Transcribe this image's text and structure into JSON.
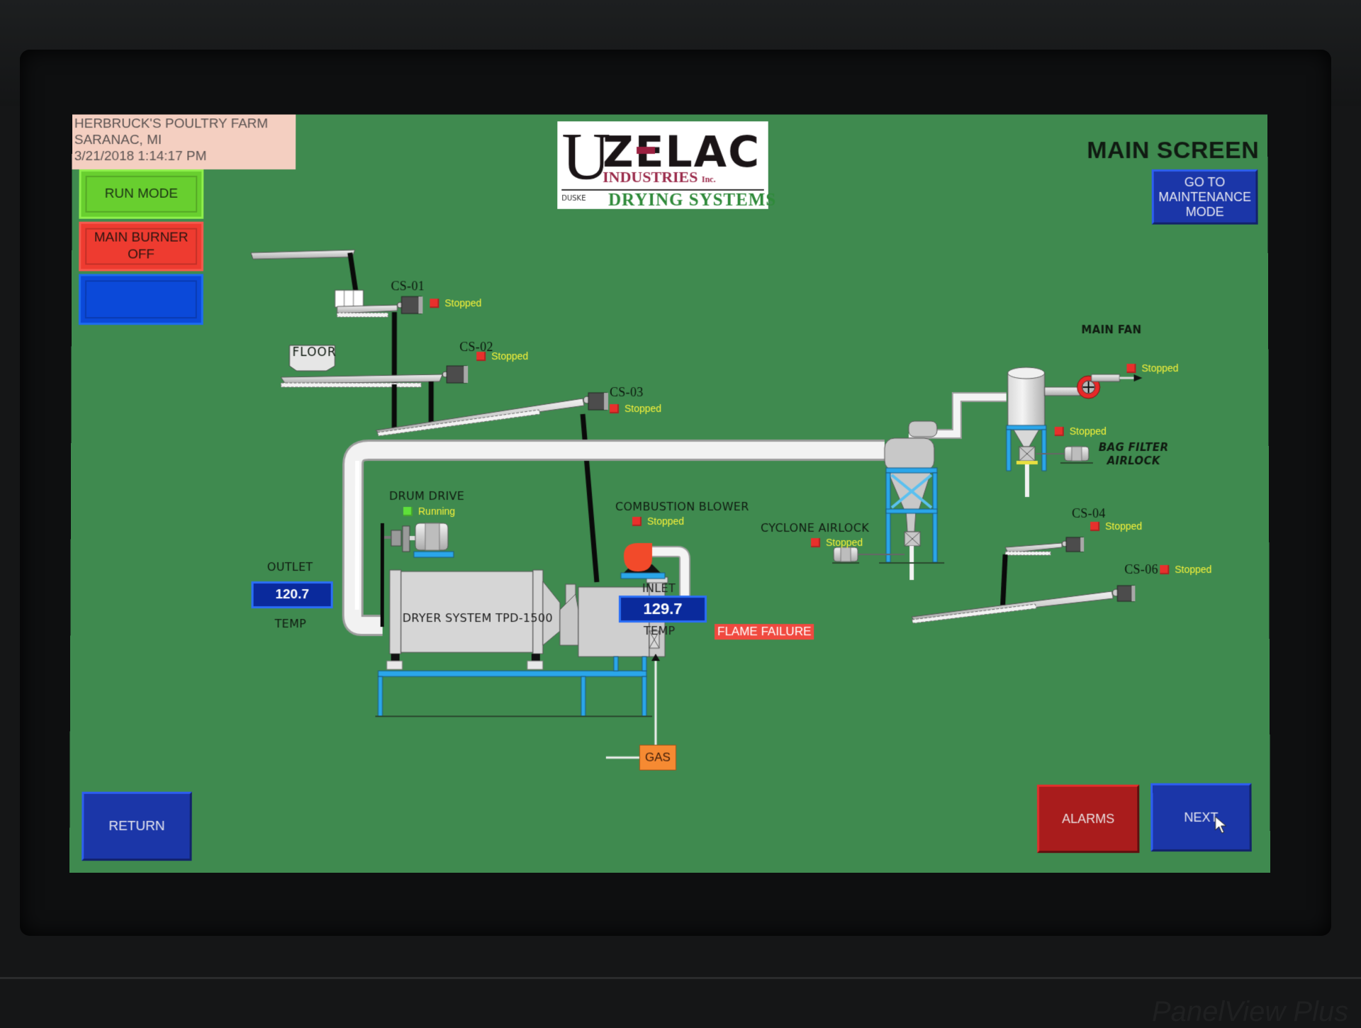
{
  "header": {
    "site_lines": [
      "HERBRUCK'S POULTRY FARM",
      "SARANAC, MI",
      "3/21/2018 1:14:17 PM"
    ],
    "screen_title": "MAIN SCREEN"
  },
  "logo": {
    "u": "U",
    "zelac": "ZELAC",
    "industries": "INDUSTRIES",
    "inc": "Inc.",
    "duske": "DUSKE",
    "drying_systems": "DRYING SYSTEMS"
  },
  "side_buttons": {
    "run_mode": "RUN MODE",
    "main_burner": [
      "MAIN BURNER",
      "OFF"
    ],
    "blank": ""
  },
  "nav_buttons": {
    "maintenance": [
      "GO TO",
      "MAINTENANCE",
      "MODE"
    ],
    "return": "RETURN",
    "alarms": "ALARMS",
    "next": "NEXT"
  },
  "colors": {
    "screen_bg": "#3f8a4f",
    "status_stopped": "#e8302c",
    "status_running": "#5ee03a",
    "status_text": "#f6f23a",
    "run_mode": "#68cf2f",
    "burner_off": "#ee3b30",
    "nav_blue": "#1b36a8",
    "alarm_red": "#a91c1c",
    "frame_blue": "#2aa6ea"
  },
  "equipment": {
    "cs01": {
      "label": "CS-01",
      "status": "Stopped"
    },
    "cs02": {
      "label": "CS-02",
      "status": "Stopped"
    },
    "cs03": {
      "label": "CS-03",
      "status": "Stopped"
    },
    "cs04": {
      "label": "CS-04",
      "status": "Stopped"
    },
    "cs06": {
      "label": "CS-06",
      "status": "Stopped"
    },
    "floor": {
      "label": "FLOOR"
    },
    "drum_drive": {
      "label": "DRUM DRIVE",
      "status": "Running"
    },
    "combustion_blower": {
      "label": "COMBUSTION BLOWER",
      "status": "Stopped"
    },
    "cyclone_airlock": {
      "label": "CYCLONE  AIRLOCK",
      "status": "Stopped"
    },
    "main_fan": {
      "label": "MAIN FAN",
      "status": "Stopped"
    },
    "bag_filter_airlock": {
      "label_lines": [
        "BAG FILTER",
        "AIRLOCK"
      ],
      "status": "Stopped"
    },
    "dryer": {
      "label": "DRYER SYSTEM TPD-1500"
    },
    "gas": {
      "label": "GAS"
    }
  },
  "readings": {
    "outlet": {
      "title": "OUTLET",
      "value": "120.7",
      "unit_label": "TEMP"
    },
    "inlet": {
      "title": "INLET",
      "value": "129.7",
      "unit_label": "TEMP"
    }
  },
  "alarms": {
    "flame_failure": "FLAME FAILURE"
  },
  "bezel": {
    "brand": "PanelView Plus"
  }
}
